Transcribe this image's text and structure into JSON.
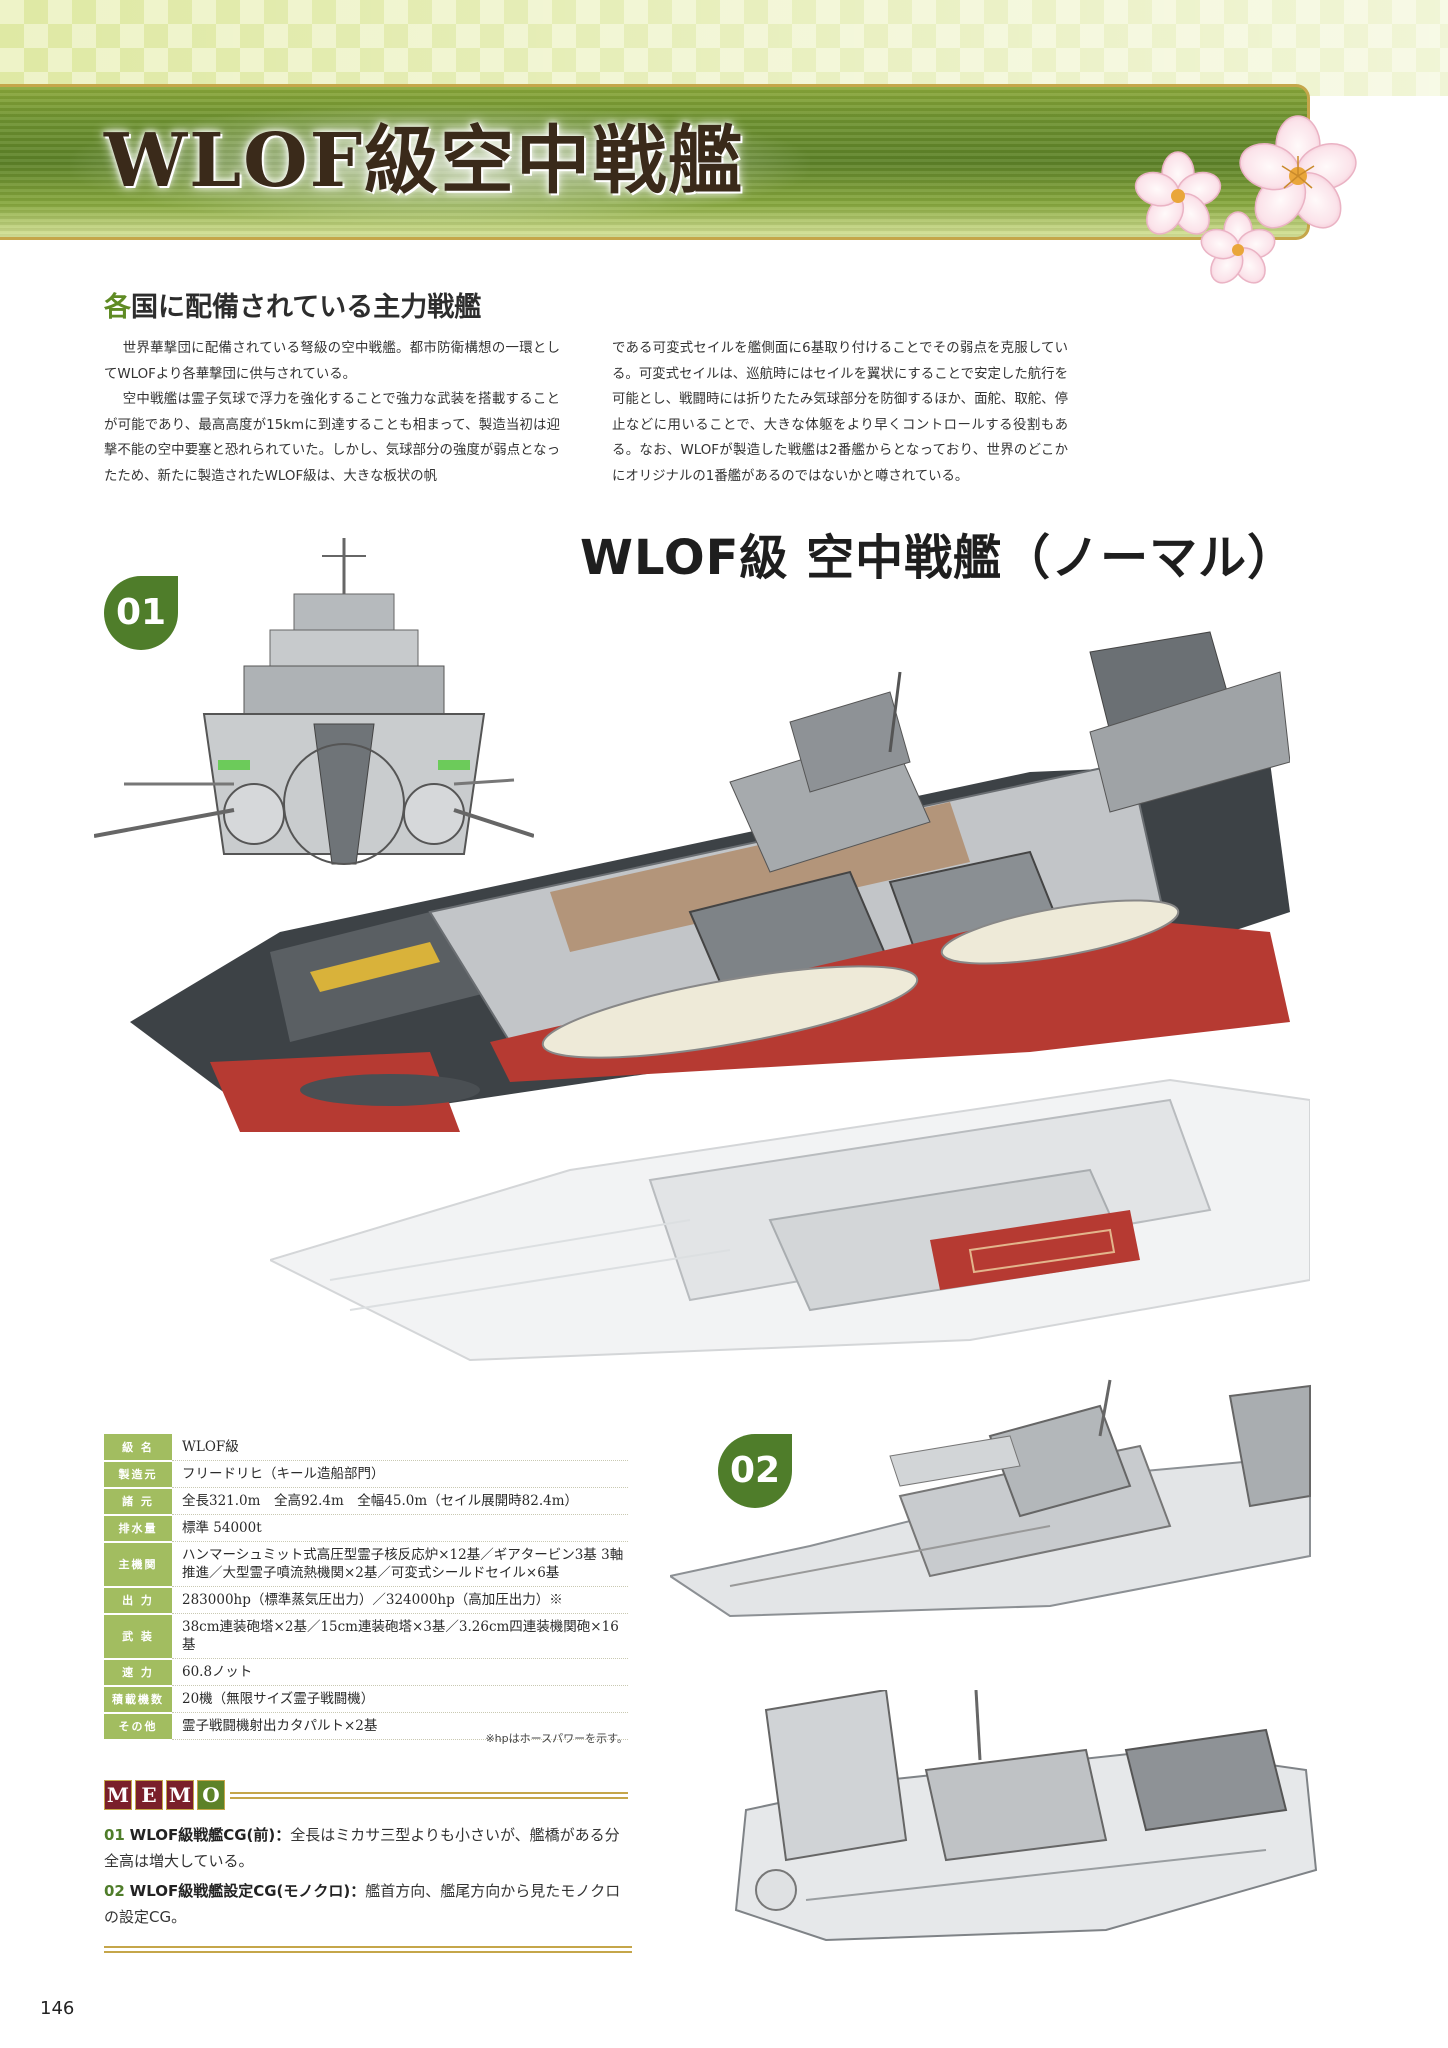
{
  "header": {
    "title": "WLOF級空中戦艦"
  },
  "intro": {
    "heading_accent": "各",
    "heading_rest": "国に配備されている主力戦艦",
    "left_paragraphs": [
      "世界華撃団に配備されている弩級の空中戦艦。都市防衛構想の一環としてWLOFより各華撃団に供与されている。",
      "空中戦艦は霊子気球で浮力を強化することで強力な武装を搭載することが可能であり、最高高度が15kmに到達することも相まって、製造当初は迎撃不能の空中要塞と恐れられていた。しかし、気球部分の強度が弱点となったため、新たに製造されたWLOF級は、大きな板状の帆"
    ],
    "right_paragraph": "である可変式セイルを艦側面に6基取り付けることでその弱点を克服している。可変式セイルは、巡航時にはセイルを翼状にすることで安定した航行を可能とし、戦闘時には折りたたみ気球部分を防御するほか、面舵、取舵、停止などに用いることで、大きな体躯をより早くコントロールする役割もある。なお、WLOFが製造した戦艦は2番艦からとなっており、世界のどこかにオリジナルの1番艦があるのではないかと噂されている。"
  },
  "ship_title": "WLOF級 空中戦艦（ノーマル）",
  "badges": {
    "b1": "01",
    "b2": "02"
  },
  "specs": [
    {
      "label": "級 名",
      "value": "WLOF級"
    },
    {
      "label": "製造元",
      "value": "フリードリヒ（キール造船部門）"
    },
    {
      "label": "諸 元",
      "value": "全長321.0m　全高92.4m　全幅45.0m（セイル展開時82.4m）"
    },
    {
      "label": "排水量",
      "value": "標準 54000t"
    },
    {
      "label": "主機関",
      "value": "ハンマーシュミット式高圧型霊子核反応炉×12基／ギアタービン3基 3軸推進／大型霊子噴流熱機関×2基／可変式シールドセイル×6基"
    },
    {
      "label": "出 力",
      "value": "283000hp（標準蒸気圧出力）／324000hp（高加圧出力）※"
    },
    {
      "label": "武 装",
      "value": "38cm連装砲塔×2基／15cm連装砲塔×3基／3.26cm四連装機関砲×16基"
    },
    {
      "label": "速 力",
      "value": "60.8ノット"
    },
    {
      "label": "積載機数",
      "value": "20機（無限サイズ霊子戦闘機）"
    },
    {
      "label": "その他",
      "value": "霊子戦闘機射出カタパルト×2基"
    }
  ],
  "spec_footnote": "※hpはホースパワーを示す。",
  "memo": {
    "letters": [
      "M",
      "E",
      "M",
      "O"
    ],
    "items": [
      {
        "num": "01",
        "title": "WLOF級戦艦CG(前)：",
        "text": "全長はミカサ三型よりも小さいが、艦橋がある分全高は増大している。"
      },
      {
        "num": "02",
        "title": "WLOF級戦艦設定CG(モノクロ)：",
        "text": "艦首方向、艦尾方向から見たモノクロの設定CG。"
      }
    ]
  },
  "page_number": "146",
  "colors": {
    "band_green": "#5d8228",
    "badge_green": "#4f7d2a",
    "label_green": "#a2bd60",
    "gold": "#c5a64a",
    "memo_red": "#7a1f2a",
    "hull_red": "#b63a32",
    "hull_gray": "#8e9296"
  }
}
